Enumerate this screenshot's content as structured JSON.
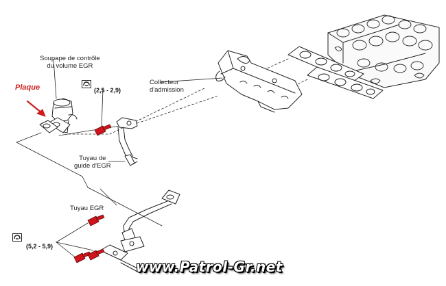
{
  "labels": {
    "egr_valve": [
      "Soupape de contrôle",
      "du volume EGR"
    ],
    "intake_manifold": [
      "Collecteur",
      "d'admission"
    ],
    "guide_tube": [
      "Tuyau de",
      "guide d'EGR"
    ],
    "egr_tube": "Tuyau EGR",
    "plaque": "Plaque"
  },
  "torque": {
    "upper": "(2,5 - 2,9)",
    "lower": "(5,2 - 5,9)"
  },
  "watermark": "www.Patrol-Gr.net",
  "icons": {
    "torque_wrench": "torque-wrench-icon",
    "arrow": "red-arrow-icon"
  },
  "colors": {
    "bolt": "#d0141b",
    "plaque": "#cc1d1d",
    "line": "#222222"
  }
}
